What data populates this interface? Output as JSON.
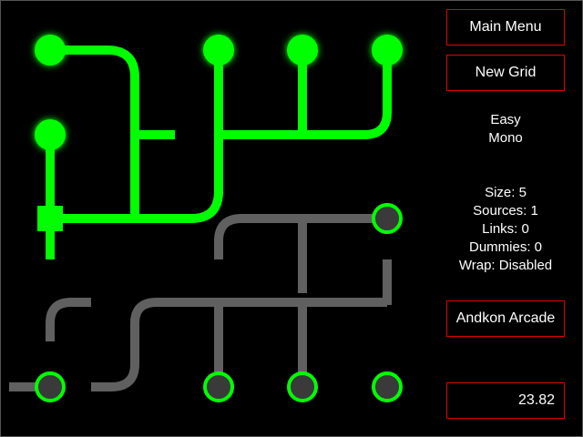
{
  "sidebar": {
    "main_menu_label": "Main Menu",
    "new_grid_label": "New Grid",
    "difficulty": "Easy",
    "mode": "Mono",
    "stats": {
      "size": "Size: 5",
      "sources": "Sources: 1",
      "links": "Links: 0",
      "dummies": "Dummies: 0",
      "wrap": "Wrap: Disabled"
    },
    "arcade_label": "Andkon Arcade",
    "timer": "23.82"
  },
  "colors": {
    "lit": "#00ff00",
    "unlit": "#606060",
    "button_border": "#e00000",
    "node_fill_unlit": "#3a3a3a"
  },
  "board": {
    "grid_size": 5,
    "lit_nodes": 5,
    "unlit_nodes": 5,
    "source_count": 1
  }
}
